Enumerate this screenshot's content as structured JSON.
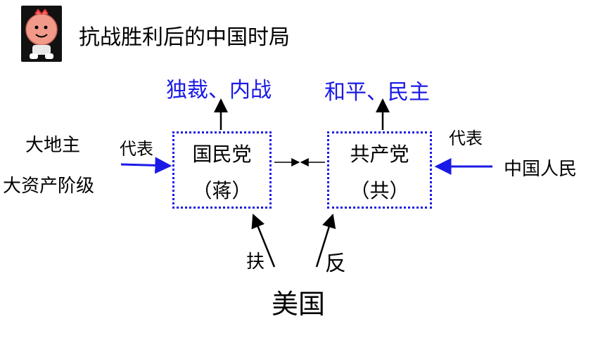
{
  "header": {
    "title": "抗战胜利后的中国时局"
  },
  "nodes": {
    "kmt": {
      "name": "国民党",
      "leader": "（蒋）"
    },
    "ccp": {
      "name": "共产党",
      "leader": "（共）"
    }
  },
  "outcomes": {
    "kmt_goal": "独裁、内战",
    "ccp_goal": "和平、民主"
  },
  "left_side": {
    "line1": "大地主",
    "line2": "大资产阶级",
    "represents": "代表"
  },
  "right_side": {
    "people": "中国人民",
    "represents": "代表"
  },
  "usa": {
    "name": "美国",
    "support": "扶",
    "oppose": "反"
  },
  "colors": {
    "accent_blue": "#1a1ae6",
    "text": "#000000",
    "box_border": "#1a1ae6"
  },
  "icons": {
    "logo": "cartoon-mascot-icon"
  }
}
